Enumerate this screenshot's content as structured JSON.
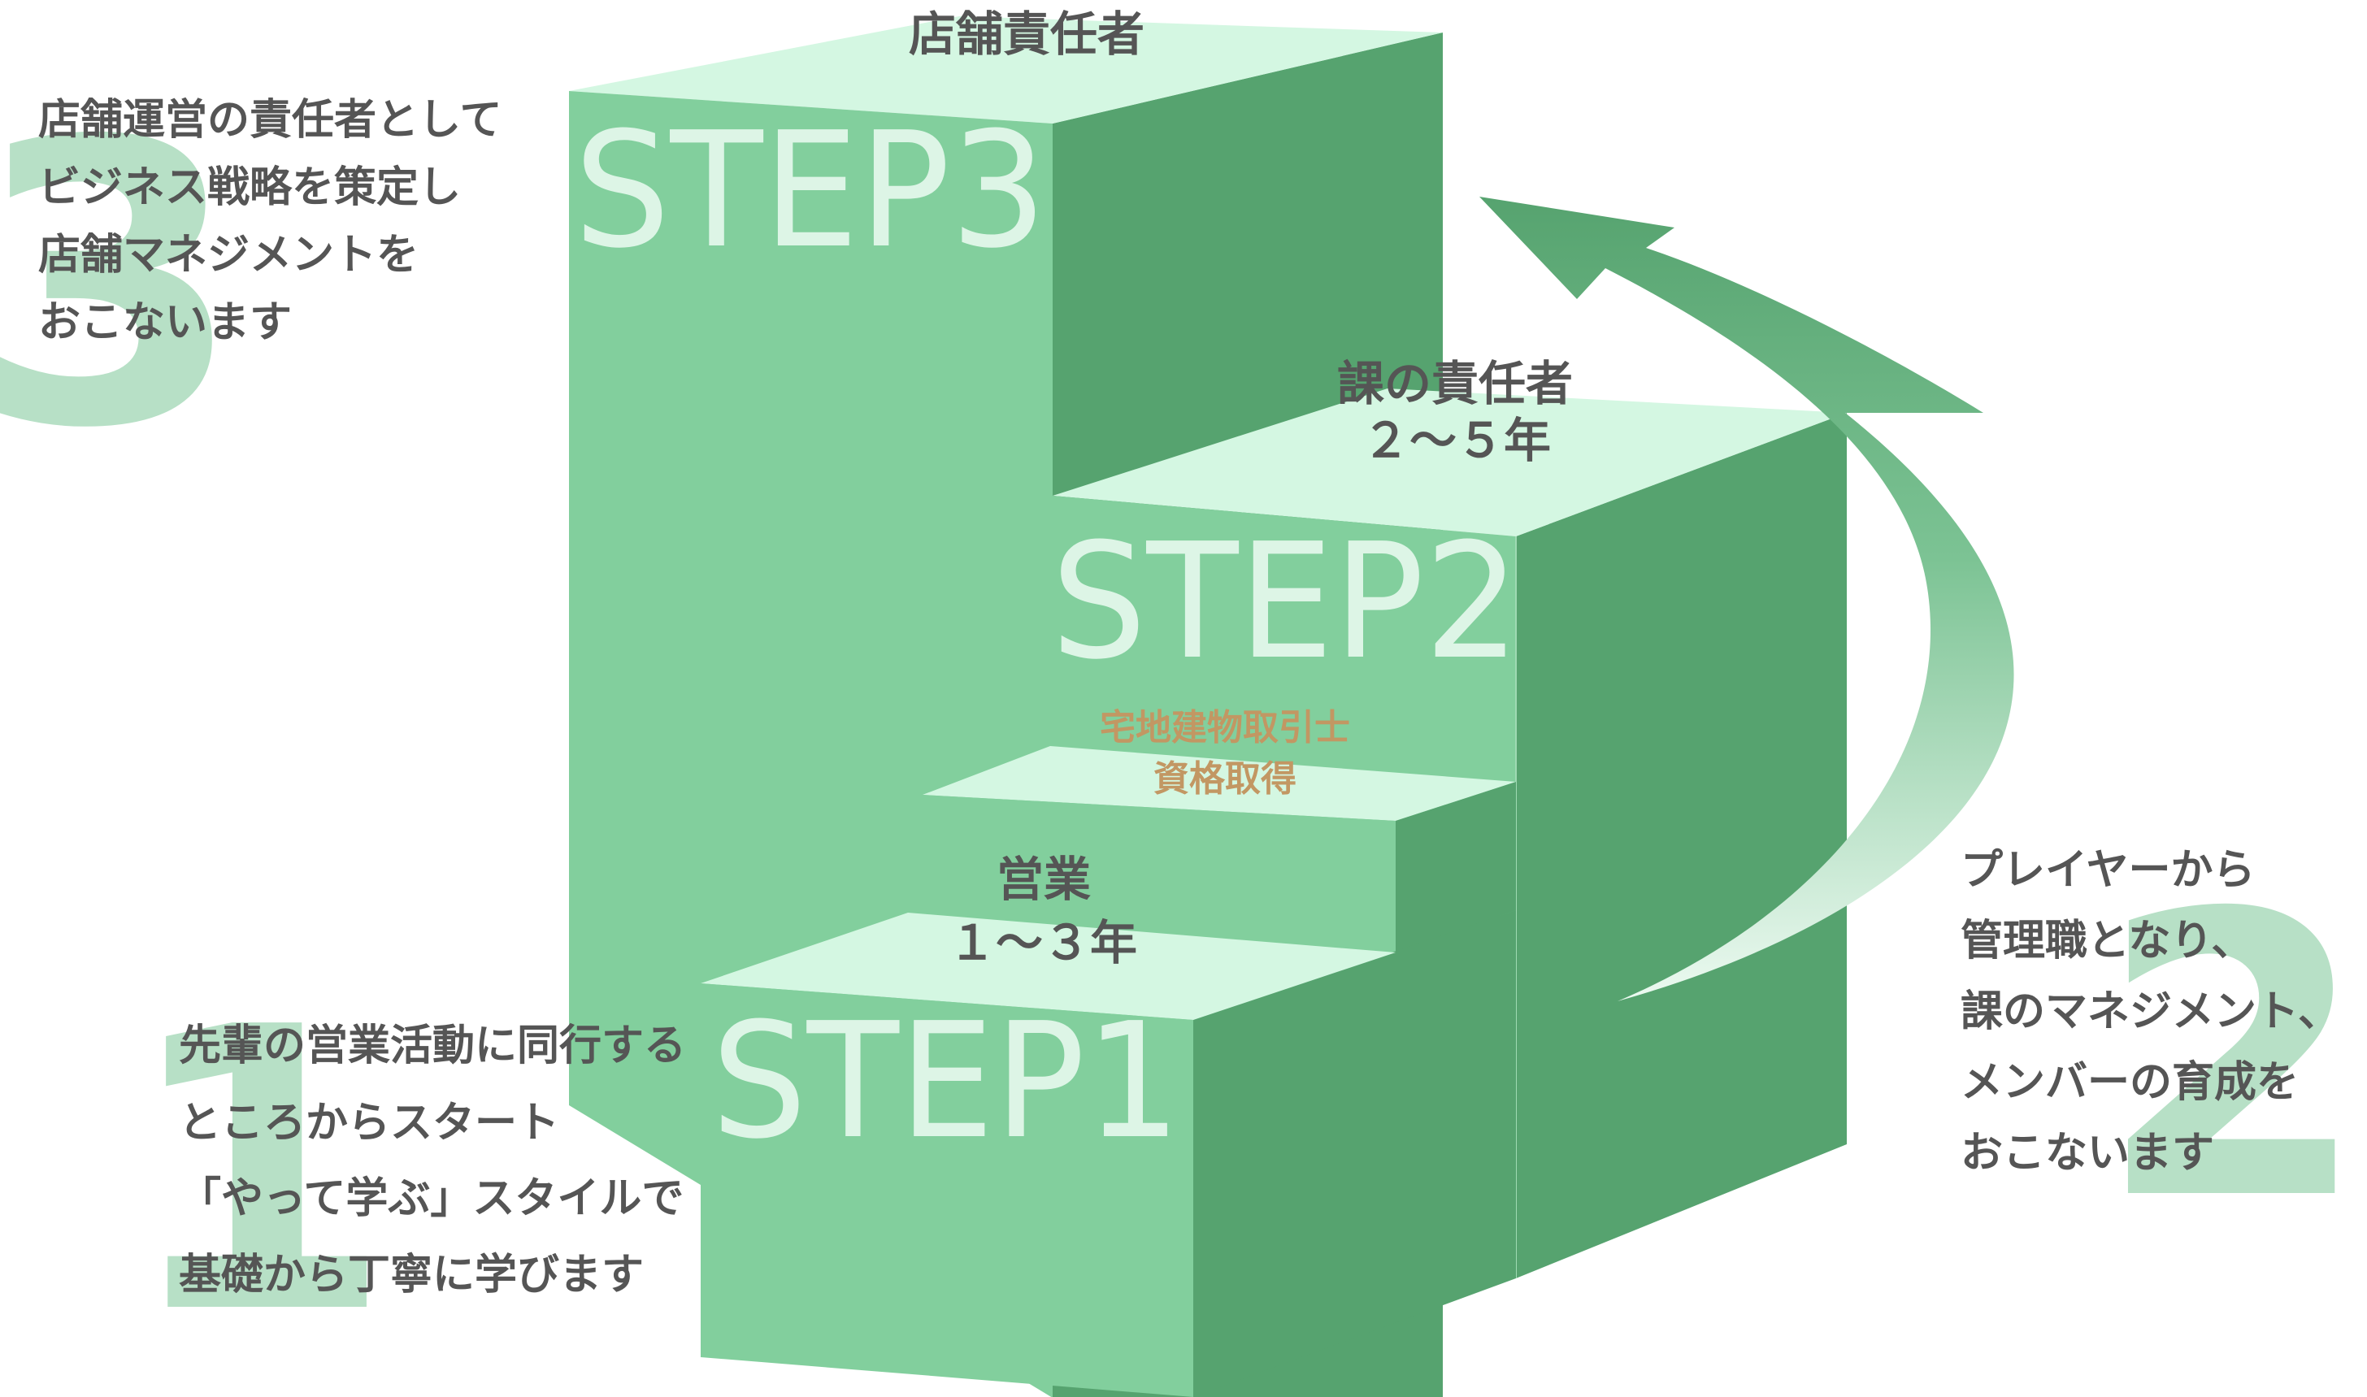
{
  "colors": {
    "top": "#d4f7e2",
    "front": "#82cf9d",
    "side": "#56a36f",
    "number": "#b7e0c6",
    "text": "#555555",
    "qualification": "#c29763",
    "step_label": "#ddf5e6"
  },
  "steps": [
    {
      "number": "1",
      "step_label": "STEP1",
      "role": "営業",
      "years": "１～３年",
      "description": [
        "先輩の営業活動に同行する",
        "ところからスタート",
        "「やって学ぶ」スタイルで",
        "基礎から丁寧に学びます"
      ]
    },
    {
      "number": "2",
      "step_label": "STEP2",
      "role": "課の責任者",
      "years": "２～５年",
      "description": [
        "プレイヤーから",
        "管理職となり、",
        "課のマネジメント、",
        "メンバーの育成を",
        "おこないます"
      ]
    },
    {
      "number": "3",
      "step_label": "STEP3",
      "role": "店舗責任者",
      "years": "",
      "description": [
        "店舗運営の責任者として",
        "ビジネス戦略を策定し",
        "店舗マネジメントを",
        "おこないます"
      ]
    }
  ],
  "qualification": [
    "宅地建物取引士",
    "資格取得"
  ]
}
